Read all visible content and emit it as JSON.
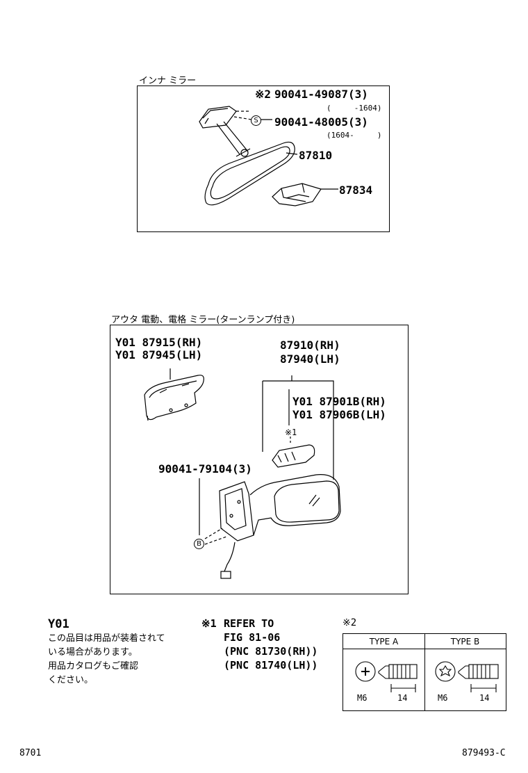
{
  "inner_mirror": {
    "title": "インナ ミラー",
    "parts": [
      {
        "mark": "※2",
        "number": "90041-49087(3)",
        "note": "(     -1604)"
      },
      {
        "mark": "S",
        "number": "90041-48005(3)",
        "note": "(1604-     )"
      },
      {
        "number": "87810"
      },
      {
        "number": "87834"
      }
    ]
  },
  "outer_mirror": {
    "title": "アウタ 電動、電格 ミラー(ターンランプ付き)",
    "cover_rh": "Y01 87915(RH)",
    "cover_lh": "Y01 87945(LH)",
    "assy_rh": "87910(RH)",
    "assy_lh": "87940(LH)",
    "glass_rh": "Y01 87901B(RH)",
    "glass_lh": "Y01 87906B(LH)",
    "lamp_mark": "※1",
    "screw": "90041-79104(3)",
    "screw_mark": "B"
  },
  "notes": {
    "y01_title": "Y01",
    "y01_text": [
      "この品目は用品が装着されて",
      "いる場合があります。",
      "用品カタログもご確認",
      "ください。"
    ],
    "ref_mark": "※1",
    "ref_lines": [
      "REFER TO",
      "FIG 81-06",
      "(PNC 81730(RH))",
      "(PNC 81740(LH))"
    ],
    "table_mark": "※2",
    "type_a": "TYPE A",
    "type_b": "TYPE B",
    "size_a": "M6",
    "size_b": "M6",
    "len_a": "14",
    "len_b": "14"
  },
  "footer": {
    "left": "8701",
    "right": "879493-C"
  }
}
